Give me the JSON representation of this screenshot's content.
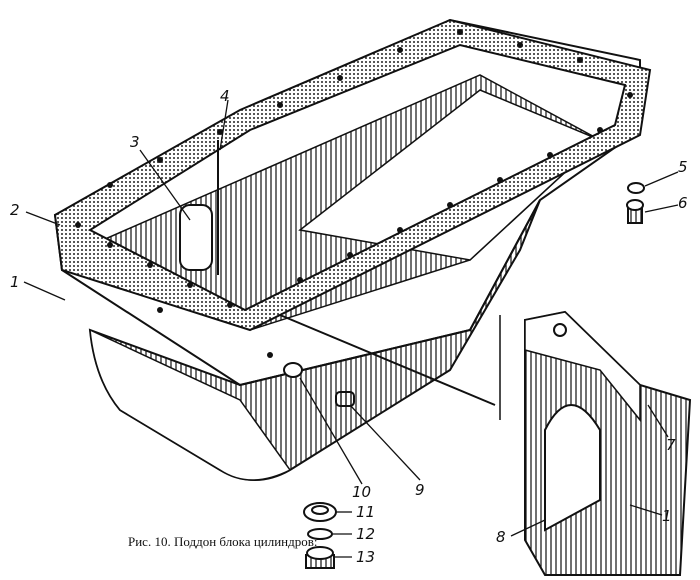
{
  "figure": {
    "caption": "Рис. 10. Поддон блока цилиндров:",
    "callouts": [
      "1",
      "2",
      "3",
      "4",
      "5",
      "6",
      "7",
      "8",
      "9",
      "10",
      "11",
      "12",
      "13",
      "1"
    ]
  }
}
